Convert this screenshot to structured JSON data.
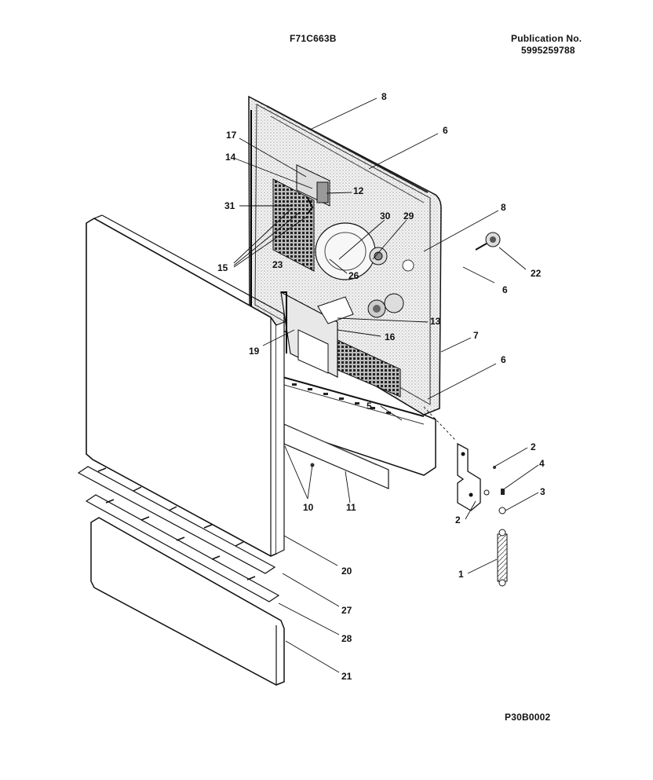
{
  "header": {
    "model": "F71C663B",
    "publication_label": "Publication No.",
    "publication_number": "5995259788"
  },
  "footer": {
    "figure_code": "P30B0002"
  },
  "callouts": {
    "c8a": "8",
    "c6a": "6",
    "c17": "17",
    "c14": "14",
    "c12": "12",
    "c31": "31",
    "c30": "30",
    "c29": "29",
    "c8b": "8",
    "c15": "15",
    "c23": "23",
    "c26": "26",
    "c22": "22",
    "c6b": "6",
    "c13": "13",
    "c16": "16",
    "c19": "19",
    "c7": "7",
    "c6c": "6",
    "c5": "5",
    "c2a": "2",
    "c4": "4",
    "c3": "3",
    "c2b": "2",
    "c10": "10",
    "c11": "11",
    "c1": "1",
    "c20": "20",
    "c27": "27",
    "c28": "28",
    "c21": "21"
  }
}
